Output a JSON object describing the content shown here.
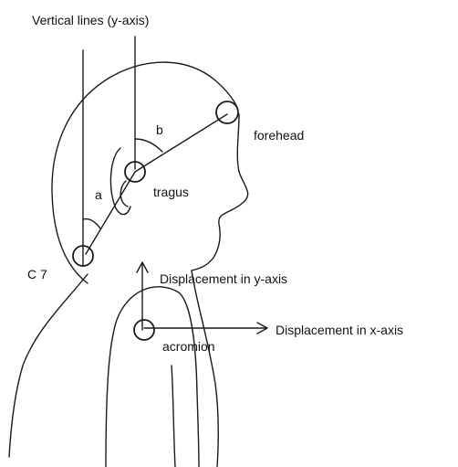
{
  "labels": {
    "title": "Vertical lines (y-axis)",
    "forehead": "forehead",
    "tragus": "tragus",
    "c7": "C 7",
    "angle_a": "a",
    "angle_b": "b",
    "acromion": "acromion",
    "displacement_y": "Displacement in y-axis",
    "displacement_x": "Displacement in x-axis"
  }
}
